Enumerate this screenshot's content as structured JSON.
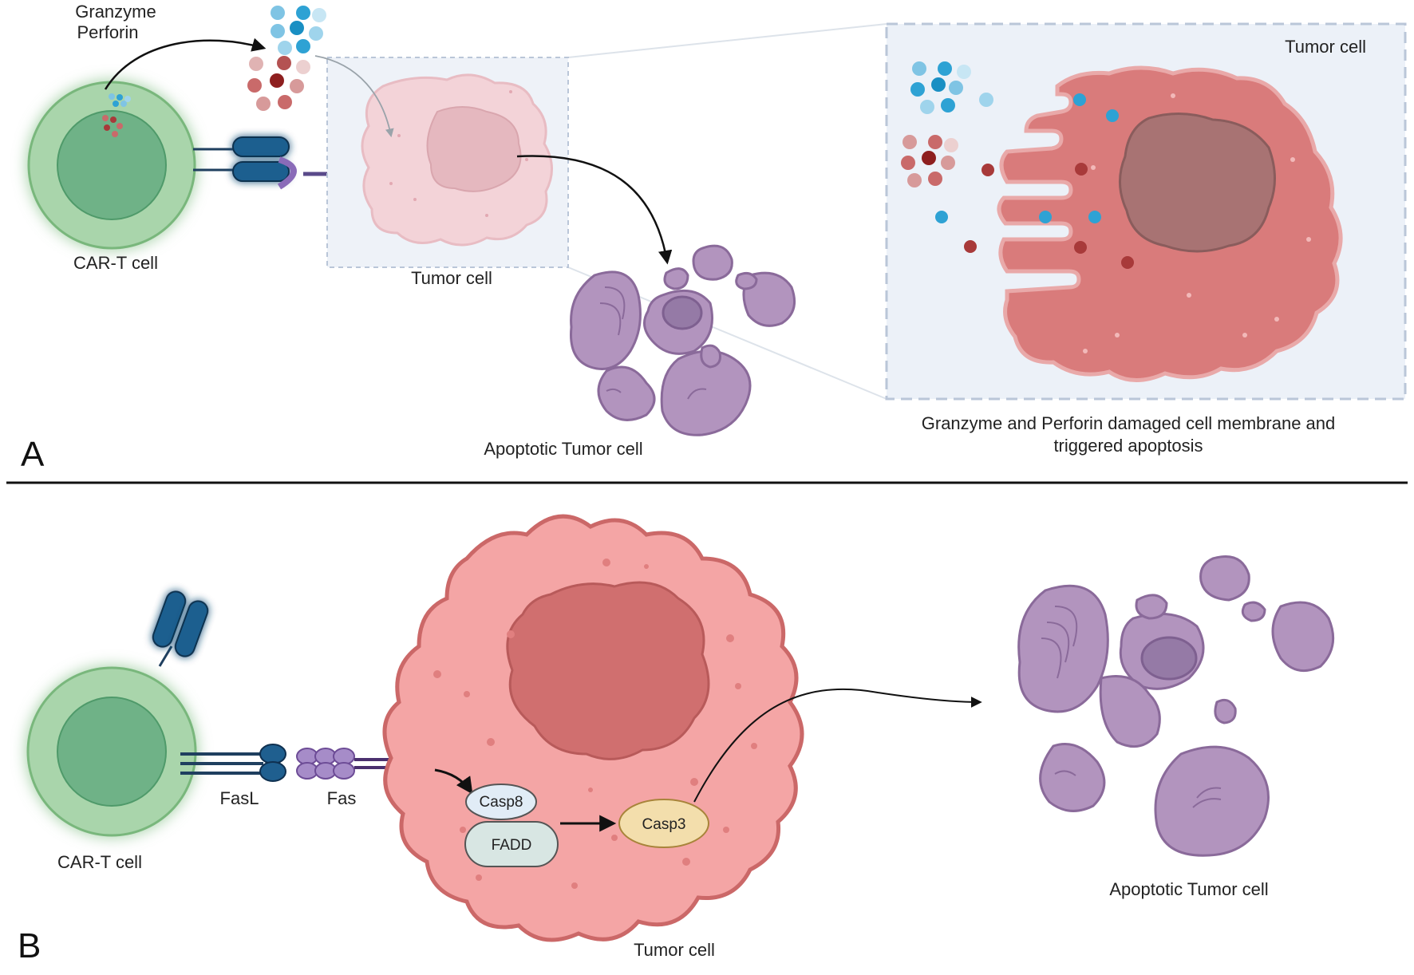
{
  "panel_a": {
    "letter": "A",
    "granzyme_label": "Granzyme",
    "perforin_label": "Perforin",
    "cart_label": "CAR-T cell",
    "tumor_label": "Tumor cell",
    "apoptotic_label": "Apoptotic Tumor cell",
    "inset_label": "Tumor cell",
    "caption_line1": "Granzyme and Perforin damaged cell membrane and",
    "caption_line2": "triggered apoptosis"
  },
  "panel_b": {
    "letter": "B",
    "cart_label": "CAR-T cell",
    "fasl_label": "FasL",
    "fas_label": "Fas",
    "casp8_label": "Casp8",
    "fadd_label": "FADD",
    "casp3_label": "Casp3",
    "tumor_label": "Tumor cell",
    "apoptotic_label": "Apoptotic Tumor cell"
  },
  "colors": {
    "cart_outer": "#a9d5ab",
    "cart_nucleus": "#6fb287",
    "tumor_pink_light": "#f3d3d8",
    "tumor_red": "#d97b7b",
    "apoptotic_purple": "#b294be",
    "granzyme_blue": "#2ea2d4",
    "perforin_red": "#a83a3a",
    "receptor_blue": "#1f5f8f",
    "fas_purple": "#a68cc8",
    "casp3_fill": "#f3deac",
    "fadd_fill": "#d8e6e3",
    "casp8_fill": "#e1ecf6"
  }
}
